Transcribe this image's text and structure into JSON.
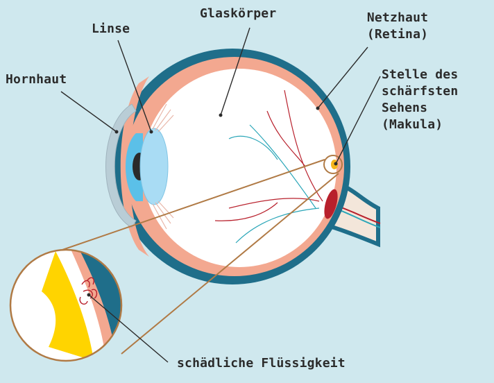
{
  "colors": {
    "background": "#cfe8ee",
    "sclera_outer": "#1f6e8a",
    "choroid": "#f3a890",
    "vitreous": "#ffffff",
    "cornea": "#b9cdd6",
    "lens": "#a9dcf4",
    "iris_blue": "#5bc0e8",
    "pupil": "#2a2a2a",
    "optic_nerve": "#f3e6da",
    "vessel_red": "#b8202c",
    "vessel_teal": "#2aa6b8",
    "macula": "#f5b51a",
    "leader_line": "#2b2b2b",
    "zoom_line": "#b07a45",
    "fluid_yellow": "#ffd400"
  },
  "labels": {
    "linse": "Linse",
    "glaskoerper": "Glaskörper",
    "netzhaut_1": "Netzhaut",
    "netzhaut_2": "(Retina)",
    "hornhaut": "Hornhaut",
    "makula_1": "Stelle des",
    "makula_2": "schärfsten",
    "makula_3": "Sehens",
    "makula_4": "(Makula)",
    "fluessigkeit": "schädliche Flüssigkeit"
  }
}
